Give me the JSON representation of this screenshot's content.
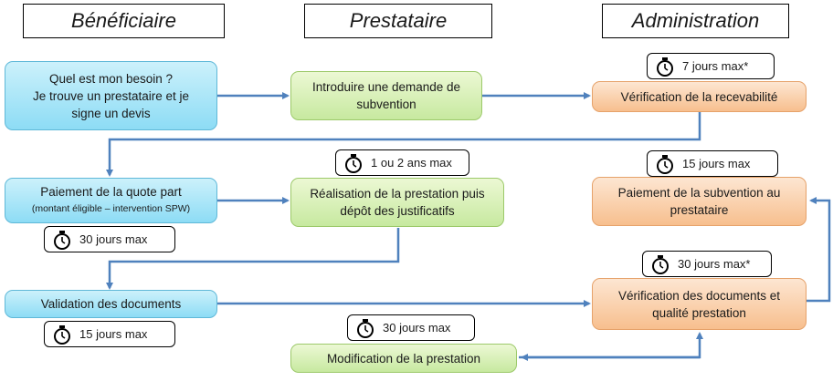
{
  "headers": {
    "beneficiaire": "Bénéficiaire",
    "prestataire": "Prestataire",
    "administration": "Administration"
  },
  "boxes": {
    "besoin": [
      "Quel est mon besoin ?",
      "Je trouve un prestataire et je",
      "signe un devis"
    ],
    "demande": [
      "Introduire une demande de",
      "subvention"
    ],
    "recevabilite": [
      "Vérification de la recevabilité"
    ],
    "paiement_quote": [
      "Paiement de la quote part"
    ],
    "paiement_quote_note": "(montant éligible – intervention SPW)",
    "realisation": [
      "Réalisation de la prestation puis",
      "dépôt des justificatifs"
    ],
    "paiement_subvention": [
      "Paiement de la subvention au",
      "prestataire"
    ],
    "validation": [
      "Validation des documents"
    ],
    "verification_docs": [
      "Vérification des documents et",
      "qualité prestation"
    ],
    "modification": [
      "Modification de la prestation"
    ]
  },
  "timers": {
    "t_recevabilite": "7 jours max*",
    "t_realisation": "1 ou 2 ans max",
    "t_paiement_sub": "15 jours max",
    "t_paiement_quote": "30 jours max",
    "t_verification": "30 jours max*",
    "t_validation": "15 jours max",
    "t_modification": "30 jours max"
  },
  "colors": {
    "arrow": "#4f81bd",
    "blue": "#8ddcf5",
    "green": "#c7e9a0",
    "orange": "#f7bf8e"
  }
}
